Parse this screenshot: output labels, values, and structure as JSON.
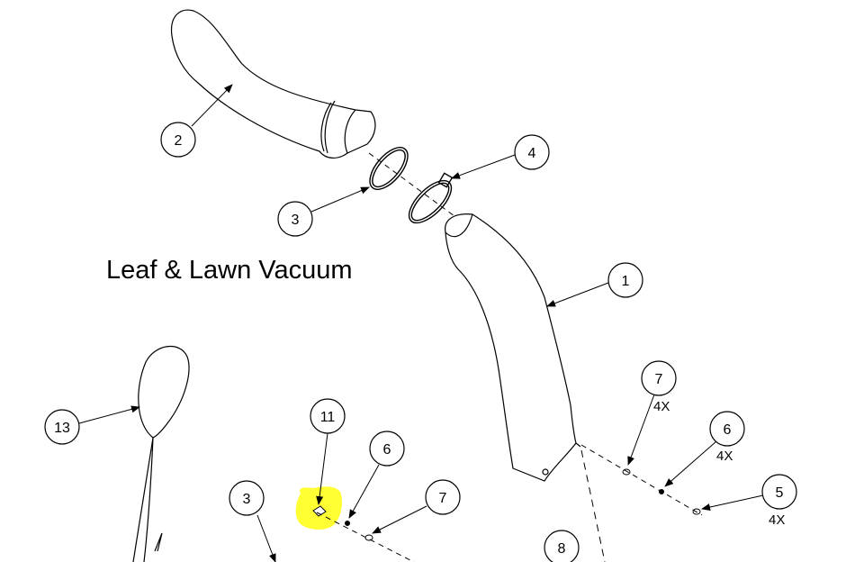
{
  "title": "Leaf & Lawn Vacuum",
  "callouts": [
    {
      "id": "c2",
      "number": "2"
    },
    {
      "id": "c3a",
      "number": "3"
    },
    {
      "id": "c4",
      "number": "4"
    },
    {
      "id": "c1",
      "number": "1"
    },
    {
      "id": "c7a",
      "number": "7"
    },
    {
      "id": "c6a",
      "number": "6"
    },
    {
      "id": "c5",
      "number": "5"
    },
    {
      "id": "c13",
      "number": "13"
    },
    {
      "id": "c11",
      "number": "11"
    },
    {
      "id": "c6b",
      "number": "6"
    },
    {
      "id": "c7b",
      "number": "7"
    },
    {
      "id": "c3b",
      "number": "3"
    },
    {
      "id": "c8",
      "number": "8"
    }
  ],
  "quantities": {
    "q7": "4X",
    "q6": "4X",
    "q5": "4X"
  },
  "colors": {
    "line": "#000000",
    "highlight": "#ffff33"
  }
}
